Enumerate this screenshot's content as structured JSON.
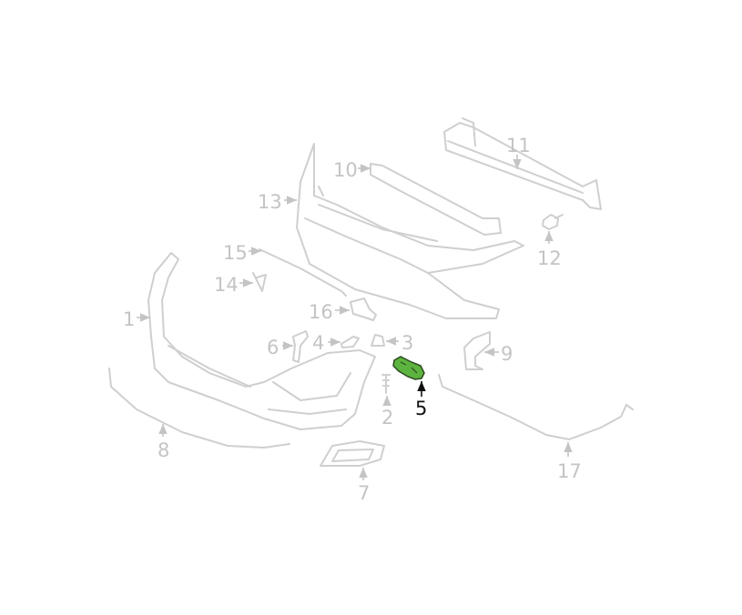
{
  "diagram": {
    "highlight_color": "#5db33f",
    "line_color": "#cfcfcf",
    "highlighted_part": "5",
    "labels": [
      "1",
      "2",
      "3",
      "4",
      "5",
      "6",
      "7",
      "8",
      "9",
      "10",
      "11",
      "12",
      "13",
      "14",
      "15",
      "16",
      "17"
    ]
  }
}
